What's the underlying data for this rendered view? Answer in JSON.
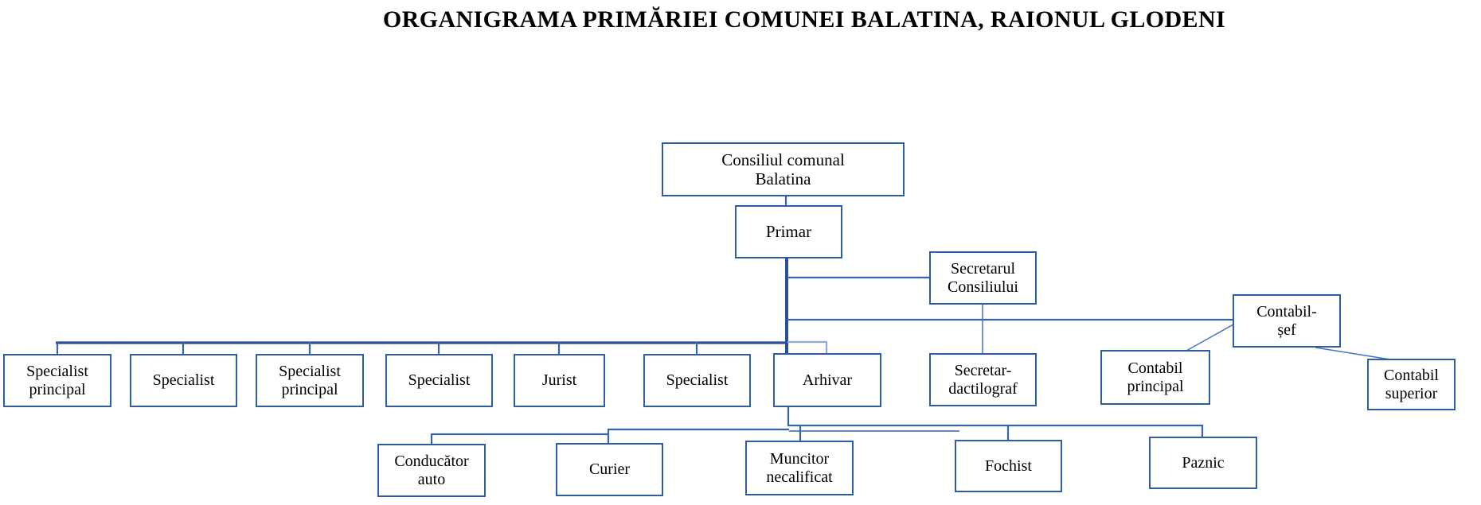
{
  "title": "ORGANIGRAMA PRIMĂRIEI COMUNEI BALATINA, RAIONUL GLODENI",
  "colors": {
    "box_border": "#2e5da5",
    "line_dark": "#2a4f96",
    "line_mid": "#3764ae",
    "line_light": "#8faadc",
    "line_accent": "#4472c4",
    "text": "#000000",
    "background": "#ffffff"
  },
  "nodes": {
    "consiliul": "Consiliul comunal\nBalatina",
    "primar": "Primar",
    "secretarul_consiliului": "Secretarul\nConsiliului",
    "contabil_sef": "Contabil-\nșef",
    "specialist_principal_1": "Specialist\nprincipal",
    "specialist_1": "Specialist",
    "specialist_principal_2": "Specialist\nprincipal",
    "specialist_2": "Specialist",
    "jurist": "Jurist",
    "specialist_3": "Specialist",
    "arhivar": "Arhivar",
    "secretar_dactilograf": "Secretar-\ndactilograf",
    "contabil_principal": "Contabil\nprincipal",
    "contabil_superior": "Contabil\nsuperior",
    "conducator_auto": "Conducător\nauto",
    "curier": "Curier",
    "muncitor_necalificat": "Muncitor\nnecalificat",
    "fochist": "Fochist",
    "paznic": "Paznic"
  }
}
